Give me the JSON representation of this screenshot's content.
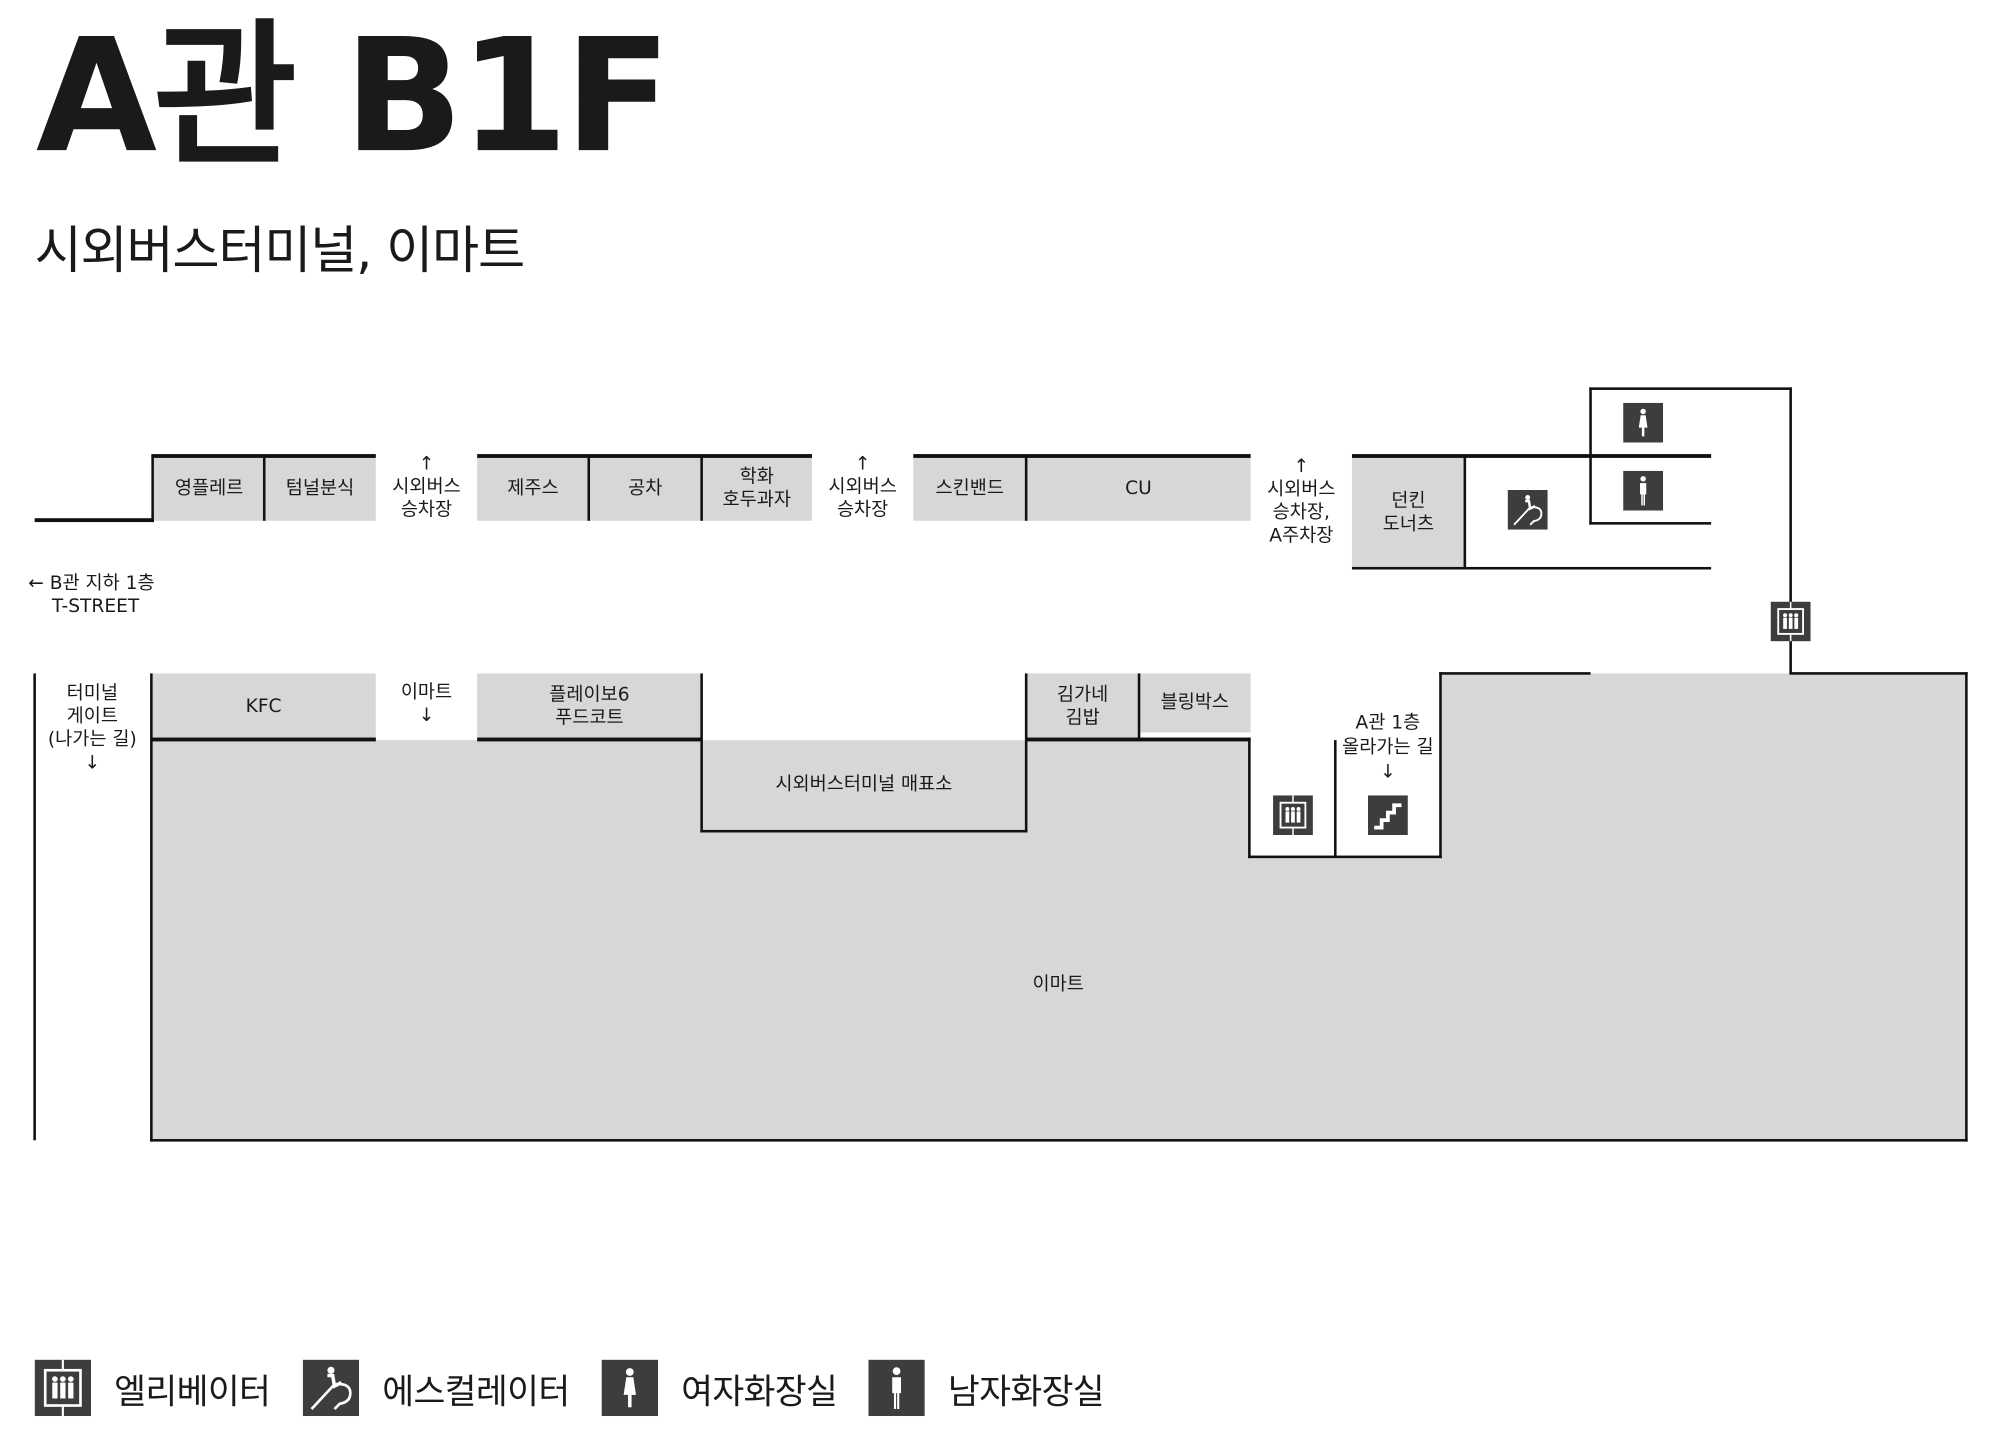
{
  "header": {
    "title": "A관 B1F",
    "subtitle": "시외버스터미널, 이마트"
  },
  "colors": {
    "store_fill": "#d7d7d7",
    "icon_bg": "#3d3d3d",
    "wall": "#111111"
  },
  "top_row": {
    "stores": [
      "영플레르",
      "텀널분식",
      "제주스",
      "공차",
      "학화\n호두과자",
      "스킨밴드",
      "CU",
      "던킨\n도너츠"
    ],
    "exits": [
      "↑\n시외버스\n승차장",
      "↑\n시외버스\n승차장",
      "↑\n시외버스\n승차장,\nA주차장"
    ]
  },
  "side_labels": {
    "b_building": "← B관 지하 1층\n    T-STREET",
    "terminal_gate": "터미널\n게이트\n(나가는 길)\n↓"
  },
  "bottom_row": {
    "stores": [
      "KFC",
      "플레이보6\n푸드코트",
      "김가네\n김밥",
      "블링박스"
    ],
    "emart_entrance": "이마트\n↓",
    "ticket_office": "시외버스터미널 매표소",
    "emart": "이마트",
    "a1_stairs": "A관 1층\n올라가는 길\n↓"
  },
  "legend": [
    {
      "icon": "elevator-icon",
      "label": "엘리베이터"
    },
    {
      "icon": "escalator-icon",
      "label": "에스컬레이터"
    },
    {
      "icon": "female-restroom-icon",
      "label": "여자화장실"
    },
    {
      "icon": "male-restroom-icon",
      "label": "남자화장실"
    }
  ]
}
